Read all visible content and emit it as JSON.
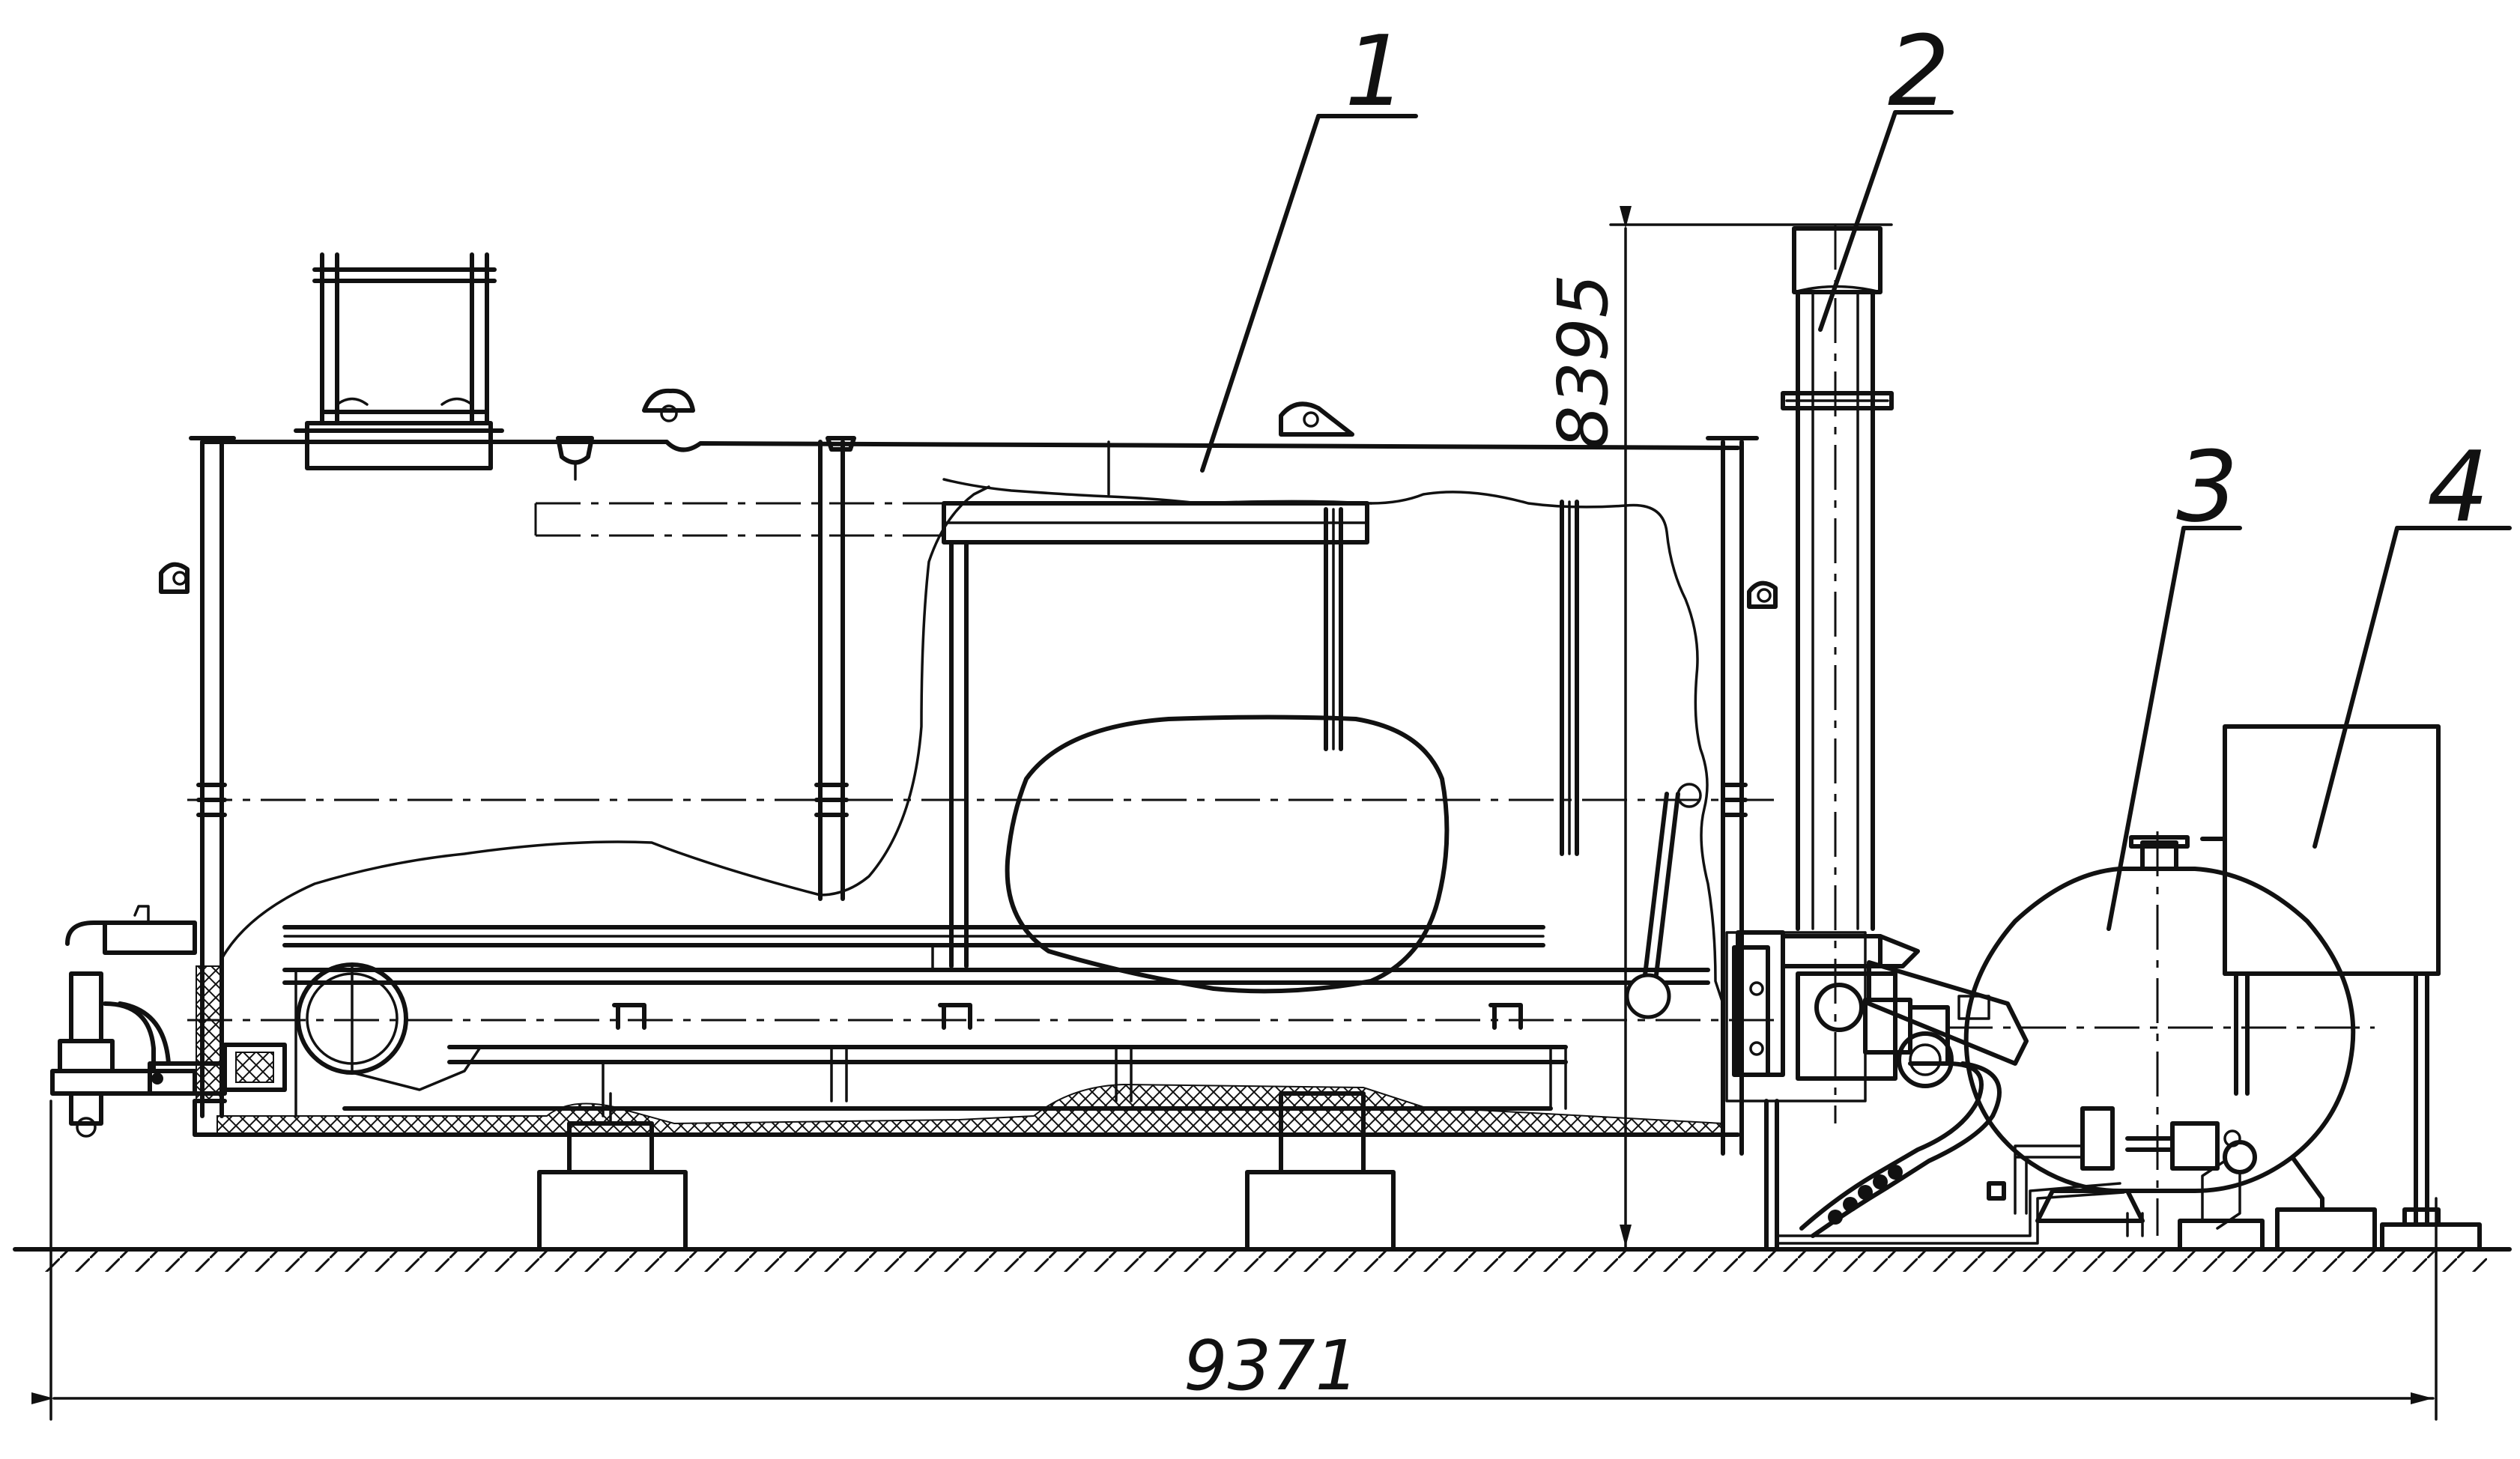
{
  "labels": {
    "part_1": "1",
    "part_2": "2",
    "part_3": "3",
    "part_4": "4"
  },
  "dimensions": {
    "overall_length": "9371",
    "overall_height": "8395"
  },
  "colors": {
    "line": "#111111",
    "background": "#ffffff"
  }
}
